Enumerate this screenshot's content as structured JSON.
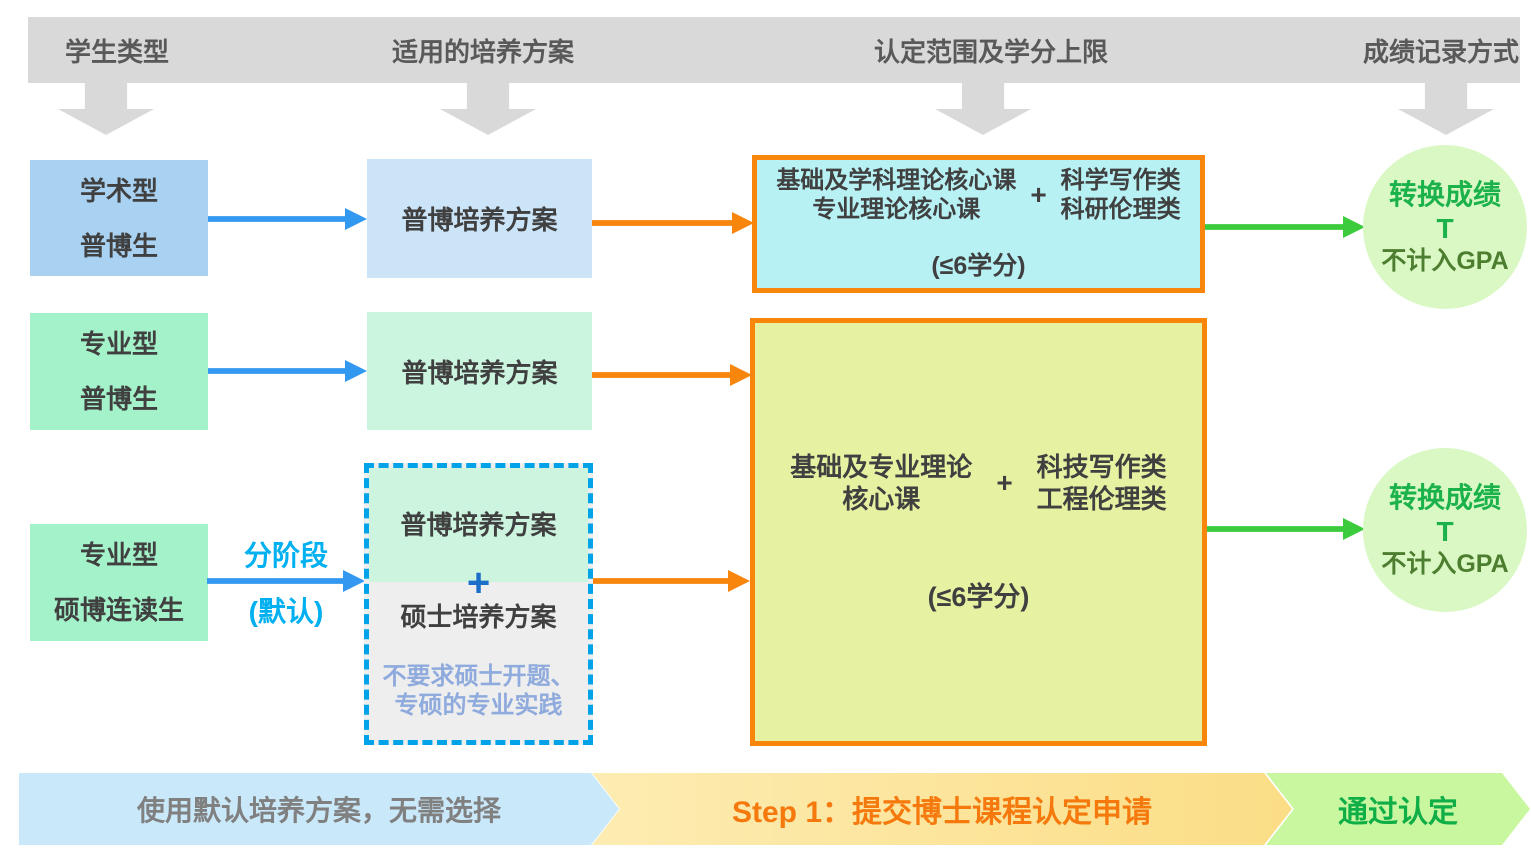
{
  "header": {
    "columns": [
      {
        "label": "学生类型"
      },
      {
        "label": "适用的培养方案"
      },
      {
        "label": "认定范围及学分上限"
      },
      {
        "label": "成绩记录方式"
      }
    ]
  },
  "rows": {
    "academic": {
      "student": [
        "学术型",
        "普博生"
      ],
      "plan": "普博培养方案",
      "recognition": {
        "left": [
          "基础及学科理论核心课",
          "专业理论核心课"
        ],
        "plus": "+",
        "right": [
          "科学写作类",
          "科研伦理类"
        ],
        "credit": "(≤6学分)"
      }
    },
    "professional": {
      "student": [
        "专业型",
        "普博生"
      ],
      "plan": "普博培养方案"
    },
    "successive": {
      "student": [
        "专业型",
        "硕博连读生"
      ],
      "arrow_label_line1": "分阶段",
      "arrow_label_line2": "(默认)",
      "plan_top": "普博培养方案",
      "plus": "+",
      "plan_bottom": "硕士培养方案",
      "note": [
        "不要求硕士开题、",
        "专硕的专业实践"
      ]
    },
    "shared_recognition": {
      "left": [
        "基础及专业理论",
        "核心课"
      ],
      "plus": "+",
      "right": [
        "科技写作类",
        "工程伦理类"
      ],
      "credit": "(≤6学分)"
    }
  },
  "grade_result": {
    "line1": "转换成绩",
    "line2": "T",
    "line3": "不计入GPA"
  },
  "footer": {
    "default_step": "使用默认培养方案，无需选择",
    "step1": "Step 1：提交博士课程认定申请",
    "passed": "通过认定"
  },
  "colors": {
    "header_bar": "#D9D9D9",
    "student_blue": "#A9D2F2",
    "student_green": "#A3F2C9",
    "plan_blue": "#CBE4F8",
    "plan_green": "#CCF5DF",
    "dashed_border": "#00A2E8",
    "combo_gray": "#EEEEEE",
    "note_text": "#8FAADC",
    "blue_arrow": "#3399F0",
    "stage_label_blue": "#00B0F0",
    "orange": "#F8860D",
    "cyan_fill": "#B7F1F4",
    "yellow_fill": "#E6F2A1",
    "green_arrow": "#3CCB3C",
    "circle_fill": "#D9F8C4",
    "circle_text_green": "#1CB24B",
    "gpa_text_green": "#4D7E2F",
    "footer_blue": "#C9E8FA",
    "footer_yellow": "#FBE08E",
    "footer_green": "#C9F7A0",
    "footer_text_gray": "#808080",
    "footer_text_orange": "#F5790D",
    "footer_text_green": "#0FAE47"
  }
}
